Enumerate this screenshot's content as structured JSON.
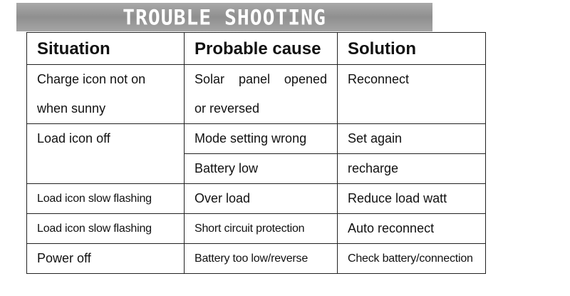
{
  "title": "TROUBLE SHOOTING",
  "table": {
    "headers": [
      "Situation",
      "Probable cause",
      "Solution"
    ],
    "rows": [
      {
        "situation": [
          "Charge icon not on",
          "when sunny"
        ],
        "cause": [
          "Solar panel opened",
          "or reversed"
        ],
        "solution": "Reconnect"
      },
      {
        "situation": "Load icon off",
        "causes": [
          {
            "cause": "Mode setting wrong",
            "solution": "Set again"
          },
          {
            "cause": "Battery low",
            "solution": "recharge"
          }
        ]
      },
      {
        "situation": "Load icon slow flashing",
        "cause": "Over load",
        "solution": "Reduce load watt"
      },
      {
        "situation": "Load icon slow flashing",
        "cause": "Short circuit protection",
        "solution": "Auto reconnect"
      },
      {
        "situation": "Power off",
        "cause": "Battery too low/reverse",
        "solution": "Check battery/connection"
      }
    ]
  }
}
